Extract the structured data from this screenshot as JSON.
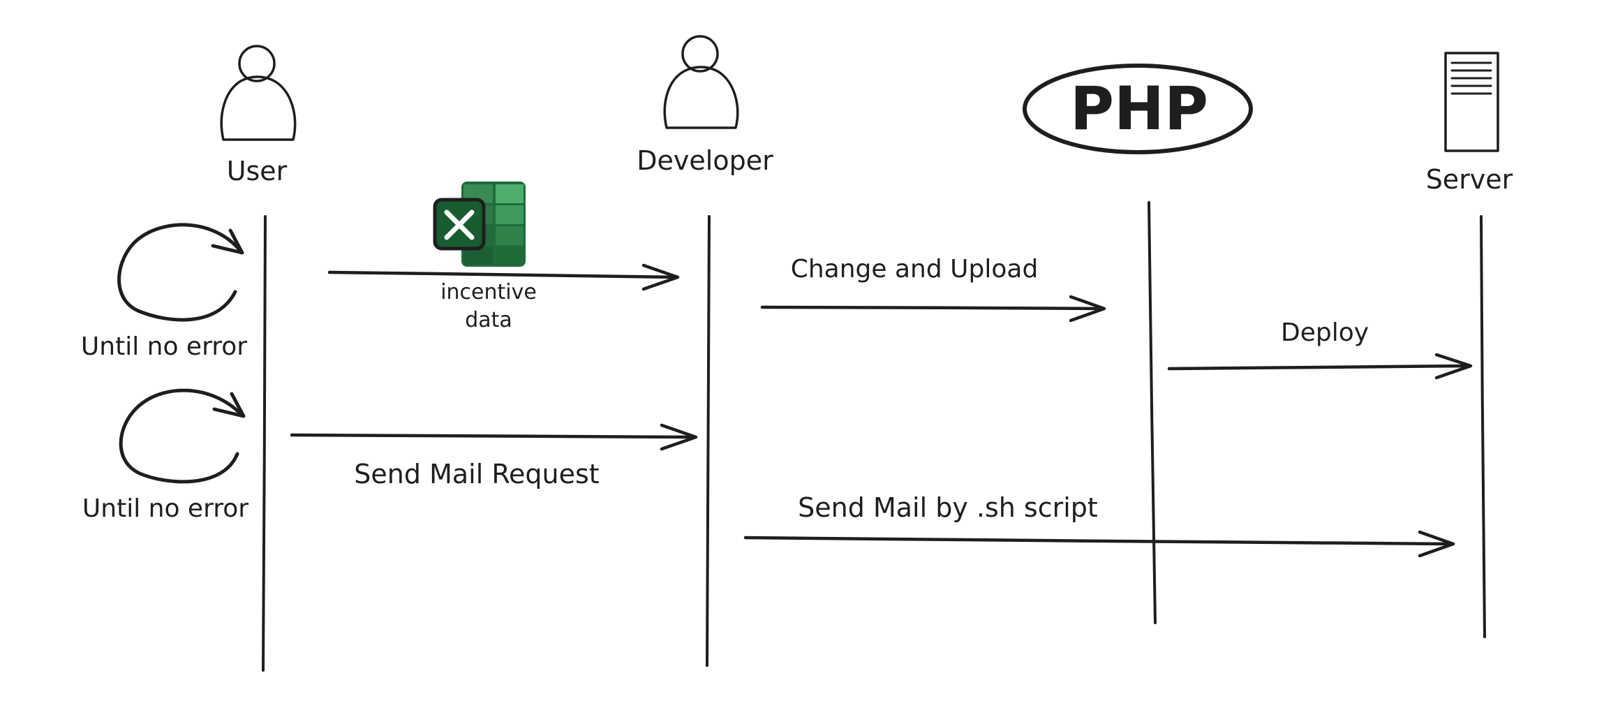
{
  "actors": {
    "user": {
      "label": "User",
      "icon": "person-icon"
    },
    "developer": {
      "label": "Developer",
      "icon": "person-icon"
    },
    "php": {
      "label": "PHP",
      "icon": "php-logo"
    },
    "server": {
      "label": "Server",
      "icon": "server-icon"
    }
  },
  "loops": [
    {
      "label": "Until no error"
    },
    {
      "label": "Until no error"
    }
  ],
  "messages": {
    "incentive": {
      "label_line1": "incentive",
      "label_line2": "data",
      "icon": "excel-icon"
    },
    "change_upload": {
      "label": "Change and Upload"
    },
    "deploy": {
      "label": "Deploy"
    },
    "send_mail_request": {
      "label": "Send Mail Request"
    },
    "send_mail_script": {
      "label": "Send Mail by .sh script"
    }
  },
  "colors": {
    "ink": "#1e1e1e",
    "php_hatch": "#4a6ee0",
    "excel_dark": "#1f6b3a",
    "excel_light": "#4fae6e",
    "icon_fill": "#f0f0f0"
  }
}
